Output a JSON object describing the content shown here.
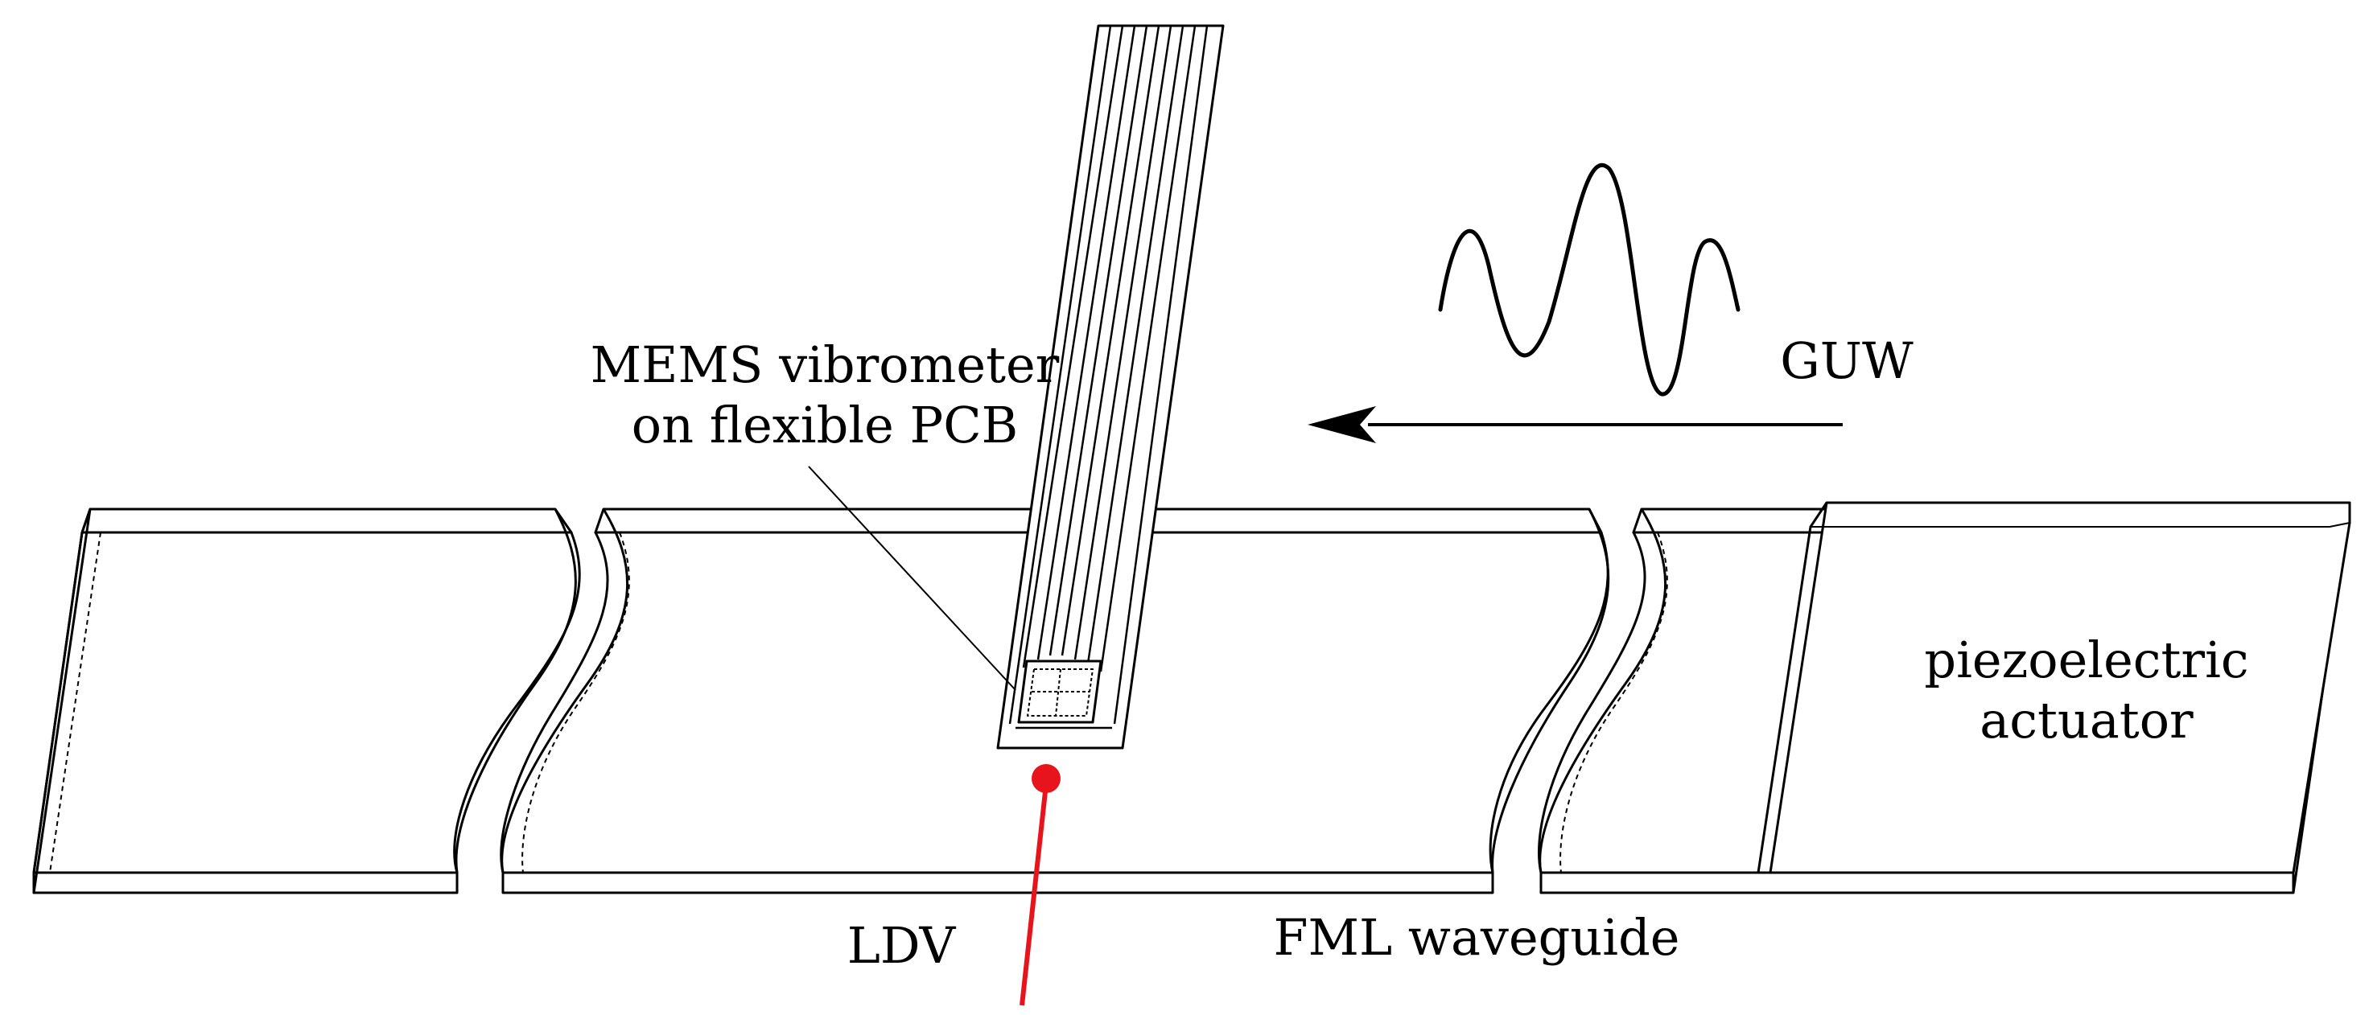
{
  "labels": {
    "mems_line1": "MEMS vibrometer",
    "mems_line2": "on flexible PCB",
    "guw": "GUW",
    "piezo_line1": "piezoelectric",
    "piezo_line2": "actuator",
    "ldv": "LDV",
    "waveguide": "FML waveguide"
  },
  "colors": {
    "stroke": "#000000",
    "laser": "#e8141c",
    "background": "#ffffff"
  },
  "icons": {
    "wave_packet": "wave-packet-icon",
    "propagation_arrow": "arrow-left-icon",
    "laser_spot": "laser-spot-icon"
  }
}
